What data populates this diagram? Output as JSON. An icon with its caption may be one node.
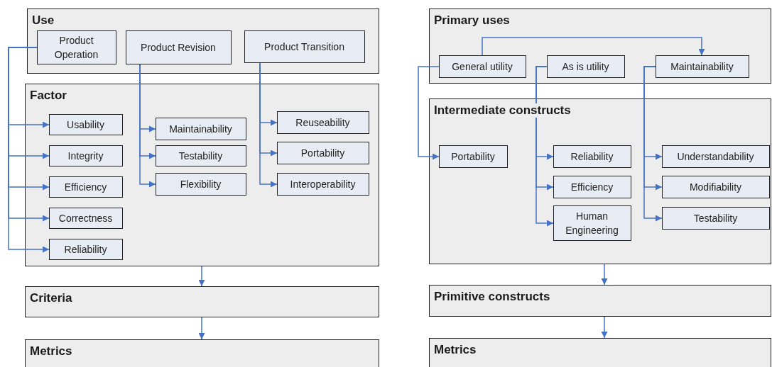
{
  "diagram": {
    "nodes": [
      {
        "text": [
          "Use"
        ]
      },
      {
        "text": [
          "Product Operation"
        ],
        "in": 0
      },
      {
        "text": [
          "Product Revision"
        ],
        "in": 0
      },
      {
        "text": [
          "Product Transition"
        ],
        "in": 0
      },
      {
        "text": [
          "Factor"
        ]
      },
      {
        "text": [
          "Usability"
        ],
        "in": 4
      },
      {
        "text": [
          "Integrity"
        ],
        "in": 4
      },
      {
        "text": [
          "Efficiency"
        ],
        "in": 4
      },
      {
        "text": [
          "Correctness"
        ],
        "in": 4
      },
      {
        "text": [
          "Reliability"
        ],
        "in": 4
      },
      {
        "text": [
          "Maintainability"
        ],
        "in": 4
      },
      {
        "text": [
          "Testability"
        ],
        "in": 4
      },
      {
        "text": [
          "Flexibility"
        ],
        "in": 4
      },
      {
        "text": [
          "Reuseability"
        ],
        "in": 4
      },
      {
        "text": [
          "Portability"
        ],
        "in": 4
      },
      {
        "text": [
          "Interoperability"
        ],
        "in": 4
      },
      {
        "text": [
          "Criteria"
        ]
      },
      {
        "text": [
          "Metrics"
        ]
      },
      {
        "text": [
          "Primary uses"
        ]
      },
      {
        "text": [
          "General utility"
        ],
        "in": 18
      },
      {
        "text": [
          "As is utility"
        ],
        "in": 18
      },
      {
        "text": [
          "Maintainability"
        ],
        "in": 18
      },
      {
        "text": [
          "Intermediate constructs"
        ]
      },
      {
        "text": [
          "Portability"
        ],
        "in": 22
      },
      {
        "text": [
          "Reliability"
        ],
        "in": 22
      },
      {
        "text": [
          "Efficiency"
        ],
        "in": 22
      },
      {
        "text": [
          "Human Engineering"
        ],
        "in": 22
      },
      {
        "text": [
          "Understandability"
        ],
        "in": 22
      },
      {
        "text": [
          "Modifiability"
        ],
        "in": 22
      },
      {
        "text": [
          "Testability"
        ],
        "in": 22
      },
      {
        "text": [
          "Primitive constructs"
        ]
      },
      {
        "text": [
          "Metrics"
        ]
      }
    ],
    "edges": [
      {
        "from": 1,
        "to": 5,
        "arrow": "to"
      },
      {
        "from": 1,
        "to": 6,
        "arrow": "to"
      },
      {
        "from": 1,
        "to": 7,
        "arrow": "to"
      },
      {
        "from": 1,
        "to": 8,
        "arrow": "to"
      },
      {
        "from": 1,
        "to": 9,
        "arrow": "to"
      },
      {
        "from": 2,
        "to": 10,
        "arrow": "to"
      },
      {
        "from": 2,
        "to": 11,
        "arrow": "to"
      },
      {
        "from": 2,
        "to": 12,
        "arrow": "to"
      },
      {
        "from": 3,
        "to": 13,
        "arrow": "to"
      },
      {
        "from": 3,
        "to": 14,
        "arrow": "to"
      },
      {
        "from": 3,
        "to": 15,
        "arrow": "to"
      },
      {
        "from": 4,
        "to": 16,
        "arrow": "to"
      },
      {
        "from": 16,
        "to": 17,
        "arrow": "to"
      },
      {
        "from": 19,
        "to": 21,
        "arrow": "to"
      },
      {
        "from": 19,
        "to": 23,
        "arrow": "to"
      },
      {
        "from": 20,
        "to": 24,
        "arrow": "to"
      },
      {
        "from": 20,
        "to": 25,
        "arrow": "to"
      },
      {
        "from": 20,
        "to": 26,
        "arrow": "to"
      },
      {
        "from": 21,
        "to": 27,
        "arrow": "to"
      },
      {
        "from": 21,
        "to": 28,
        "arrow": "to"
      },
      {
        "from": 21,
        "to": 29,
        "arrow": "to"
      },
      {
        "from": 22,
        "to": 30,
        "arrow": "to"
      },
      {
        "from": 30,
        "to": 31,
        "arrow": "to"
      }
    ]
  }
}
